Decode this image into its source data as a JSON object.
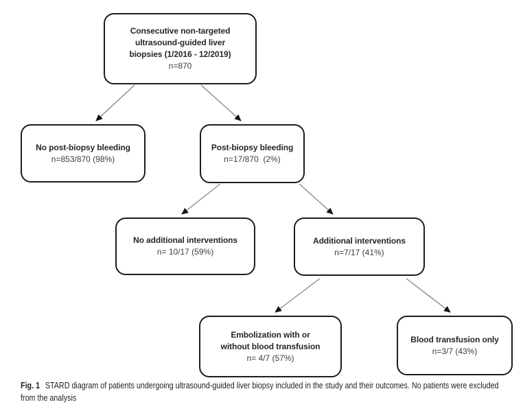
{
  "diagram": {
    "nodes": {
      "top": {
        "line1": "Consecutive non-targeted",
        "line2": "ultrasound-guided liver",
        "line3": "biopsies (1/2016 - 12/2019)",
        "n": "n=870"
      },
      "no_bleeding": {
        "line1": "No post-biopsy bleeding",
        "n": "n=853/870 (98%)"
      },
      "bleeding": {
        "line1": "Post-biopsy bleeding",
        "n": "n=17/870  (2%)"
      },
      "no_interventions": {
        "line1": "No additional interventions",
        "n": "n= 10/17 (59%)"
      },
      "interventions": {
        "line1": "Additional interventions",
        "n": "n=7/17 (41%)"
      },
      "embolization": {
        "line1": "Embolization with or",
        "line2": "without blood transfusion",
        "n": "n= 4/7 (57%)"
      },
      "transfusion": {
        "line1": "Blood transfusion only",
        "n": "n=3/7 (43%)"
      }
    },
    "edges": [
      {
        "from": "top",
        "to": "no_bleeding"
      },
      {
        "from": "top",
        "to": "bleeding"
      },
      {
        "from": "bleeding",
        "to": "no_interventions"
      },
      {
        "from": "bleeding",
        "to": "interventions"
      },
      {
        "from": "interventions",
        "to": "embolization"
      },
      {
        "from": "interventions",
        "to": "transfusion"
      }
    ],
    "colors": {
      "border": "#1c1c1c",
      "arrow_line": "#8a8a8a",
      "arrowhead": "#141414",
      "title_text": "#262626",
      "n_text": "#3d3d3d"
    }
  },
  "caption": {
    "prefix": "Fig. 1",
    "line1": "STARD diagram of patients undergoing ultrasound-guided liver biopsy included in the study and their outcomes. No patients were excluded",
    "line2": "from the analysis"
  }
}
